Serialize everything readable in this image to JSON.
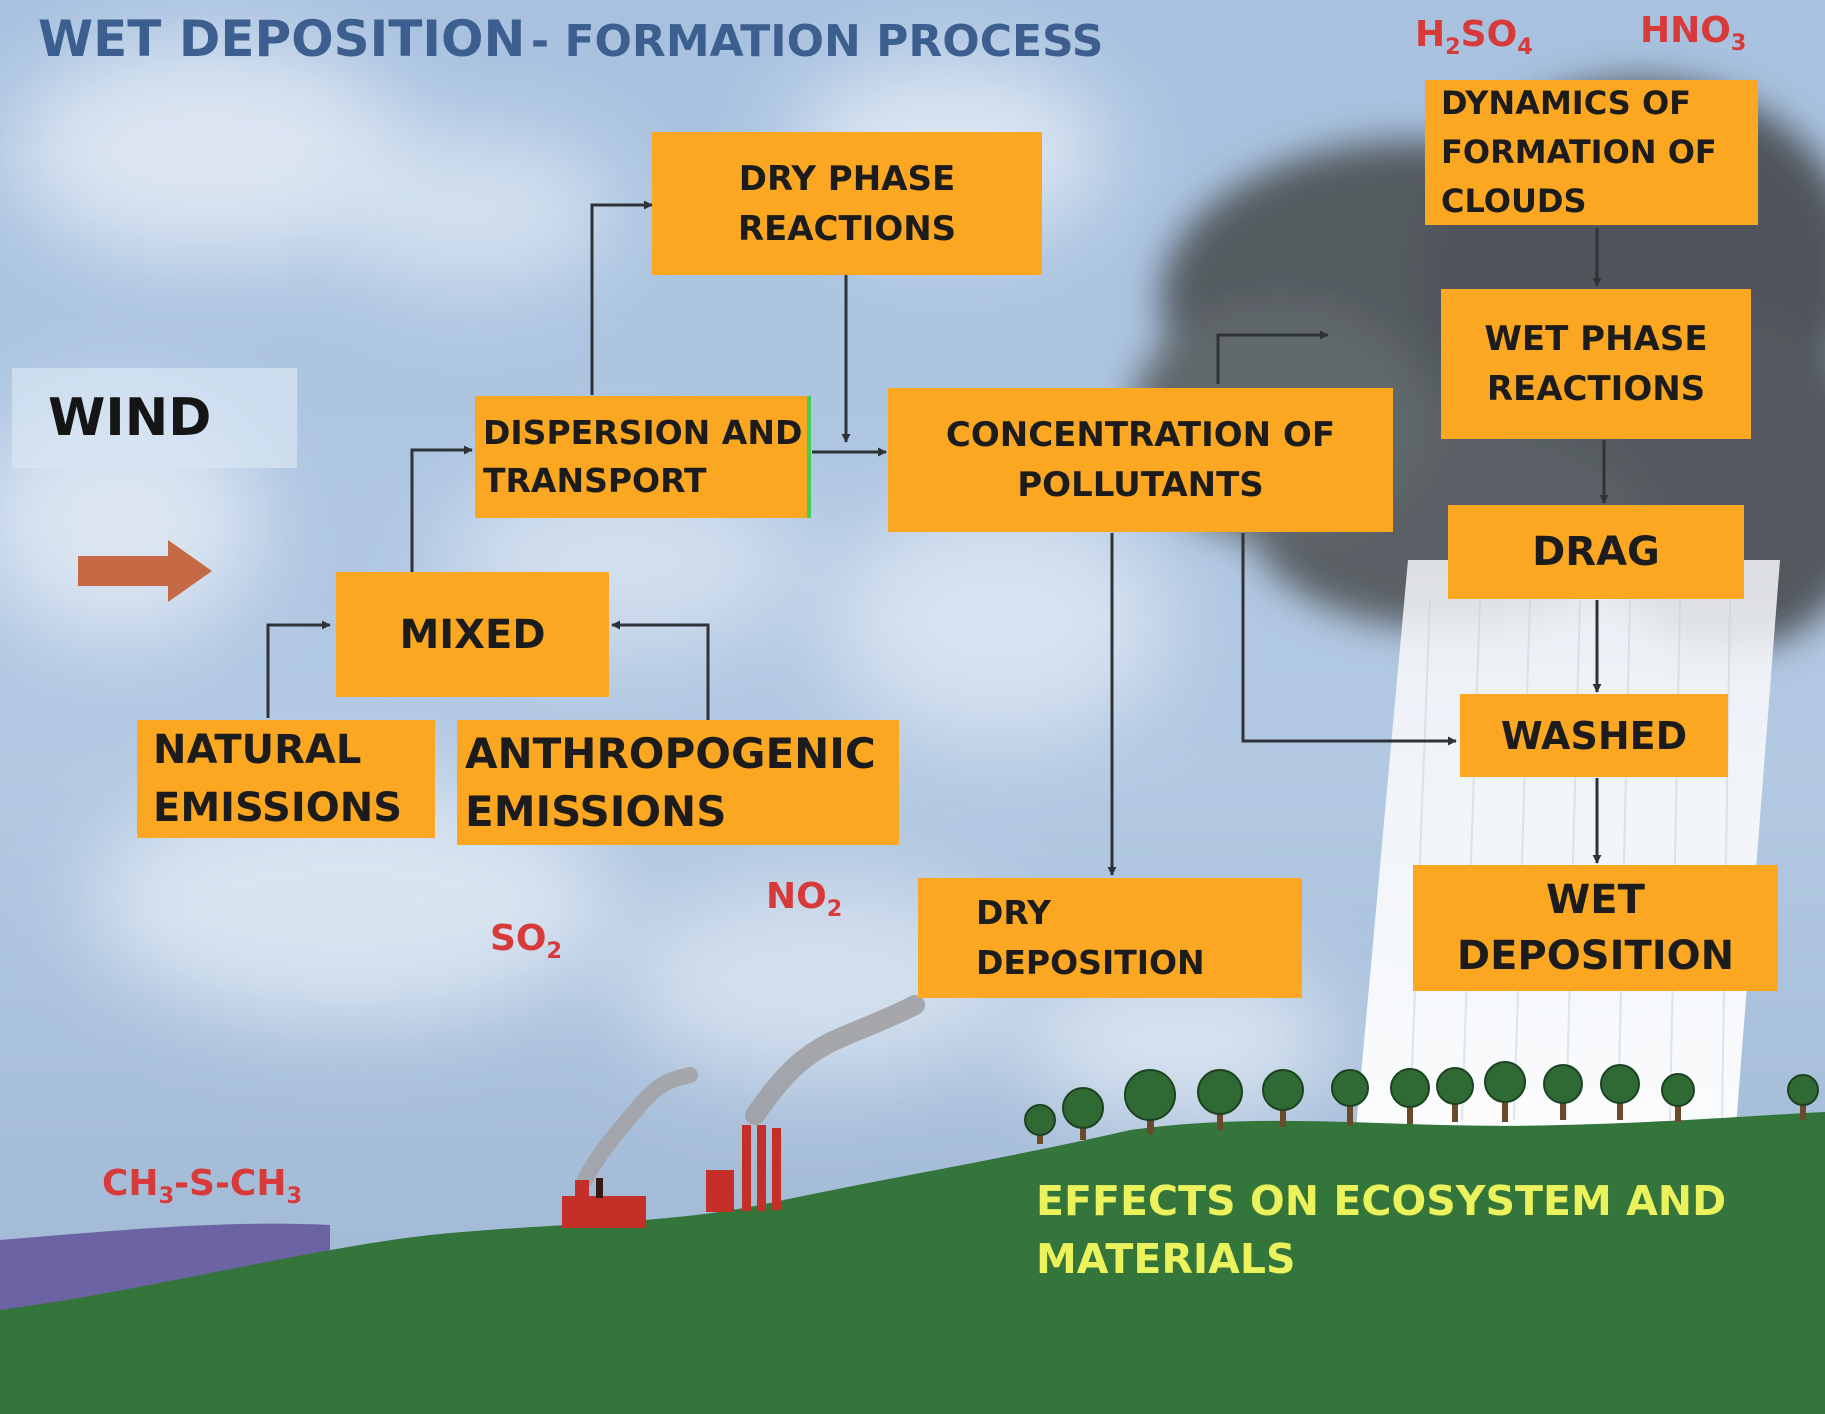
{
  "title": {
    "main": "WET DEPOSITION",
    "sub": "- FORMATION PROCESS"
  },
  "wind_label": "WIND",
  "boxes": {
    "dry_phase_reactions": [
      "DRY PHASE",
      "REACTIONS"
    ],
    "dispersion_transport": [
      "DISPERSION AND",
      "TRANSPORT"
    ],
    "concentration_pollutants": [
      "CONCENTRATION OF",
      "POLLUTANTS"
    ],
    "mixed": [
      "MIXED"
    ],
    "natural_emissions": [
      "NATURAL",
      "EMISSIONS"
    ],
    "anthropogenic_emissions": [
      "ANTHROPOGENIC",
      "EMISSIONS"
    ],
    "dynamics_clouds": [
      "DYNAMICS OF",
      "FORMATION OF",
      "CLOUDS"
    ],
    "wet_phase_reactions": [
      "WET PHASE",
      "REACTIONS"
    ],
    "drag": [
      "DRAG"
    ],
    "washed": [
      "WASHED"
    ],
    "dry_deposition": [
      "DRY",
      "DEPOSITION"
    ],
    "wet_deposition": [
      "WET",
      "DEPOSITION"
    ]
  },
  "chemicals": {
    "h2so4": {
      "base1": "H",
      "sub1": "2",
      "base2": "SO",
      "sub2": "4"
    },
    "hno3": {
      "base1": "HNO",
      "sub1": "3"
    },
    "no2": {
      "base1": "NO",
      "sub1": "2"
    },
    "so2": {
      "base1": "SO",
      "sub1": "2"
    },
    "dms": {
      "base1": "CH",
      "sub1": "3",
      "base2": "-S-CH",
      "sub2": "3"
    }
  },
  "effects": [
    "EFFECTS ON ECOSYSTEM AND",
    "MATERIALS"
  ],
  "colors": {
    "box_fill": "#fba721",
    "title": "#3d5f8f",
    "chemical_labels": "#d83a3a",
    "effects_text": "#ecf25c",
    "ground": "#33753a",
    "storm_cloud": "#555b60",
    "wind_arrow": "#c56a45"
  },
  "icons": [
    "wind-arrow-icon",
    "storm-cloud-icon",
    "rain-shaft-icon",
    "factory-icon",
    "smoke-icon",
    "tree-icon",
    "water-icon",
    "ground-icon"
  ]
}
